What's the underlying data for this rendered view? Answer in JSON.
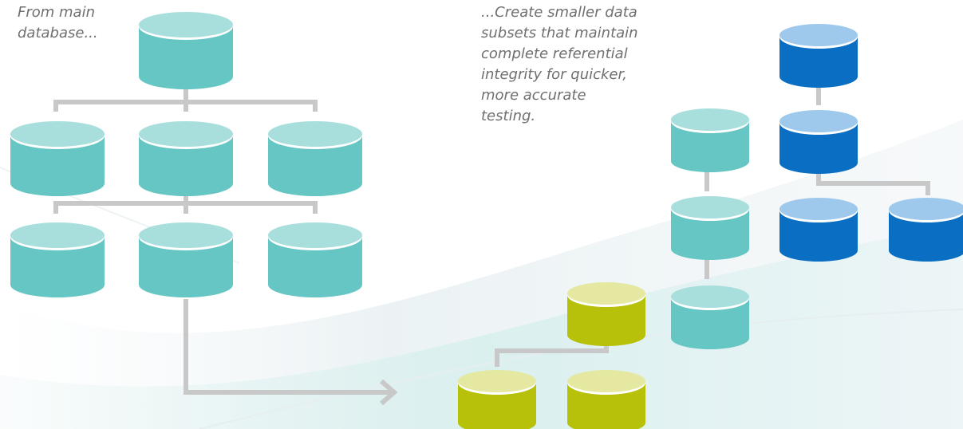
{
  "captions": {
    "left": [
      "From main",
      "database..."
    ],
    "right": [
      "...Create smaller data",
      "subsets that maintain",
      "complete referential",
      "integrity for quicker,",
      "more accurate",
      "testing."
    ]
  },
  "colors": {
    "teal": {
      "top": "#a8dfdd",
      "body": "#66c6c4"
    },
    "blue": {
      "top": "#9ec9ec",
      "body": "#0a6fc2"
    },
    "olive": {
      "top": "#e5e8a0",
      "body": "#b8c10a"
    },
    "connector": "#c8c8c8",
    "text": "#6f6f6f"
  },
  "icons": {
    "database": "database-icon",
    "arrow": "arrow-right-icon"
  }
}
